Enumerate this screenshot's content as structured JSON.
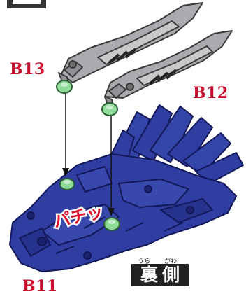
{
  "labels": {
    "b13": "B13",
    "b12": "B12",
    "b11": "B11"
  },
  "sfx": "パチッ",
  "view": {
    "ruby_1": "うら",
    "ruby_2": "がわ",
    "text": "裏側"
  },
  "colors": {
    "label_red": "#c8102e",
    "part_gray": "#a9abae",
    "part_blue": "#2f3ea0",
    "peg_green": "#8fdc9a"
  }
}
